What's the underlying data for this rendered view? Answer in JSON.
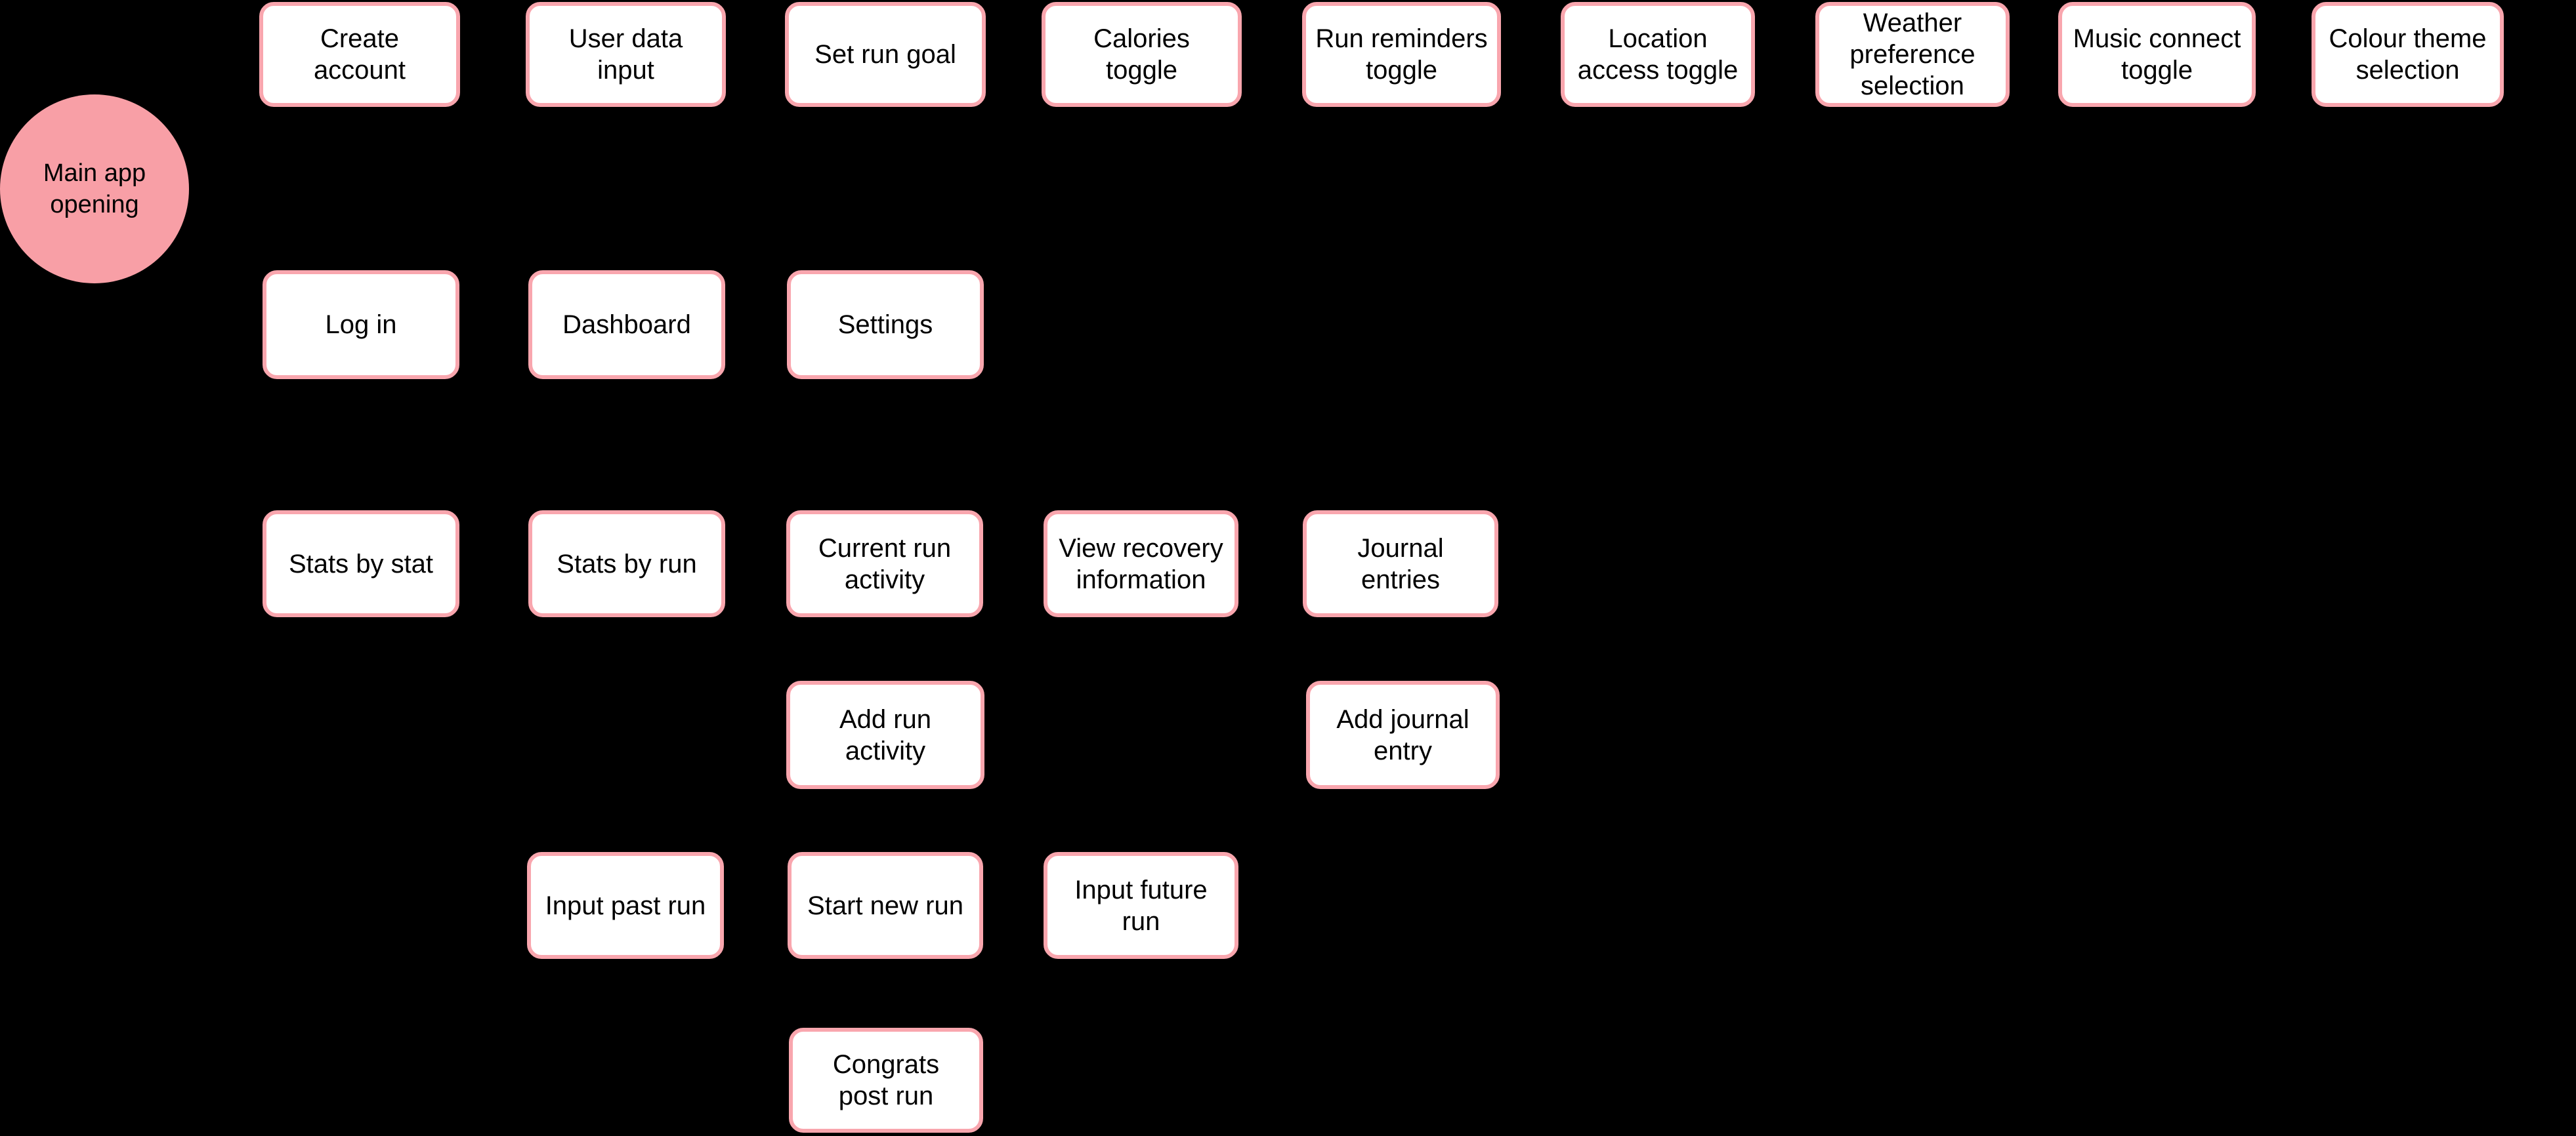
{
  "diagram": {
    "colors": {
      "background": "#000000",
      "node_fill": "#ffffff",
      "node_border": "#f9a6ae",
      "start_fill": "#f89fa6",
      "text": "#000000"
    },
    "start_node": {
      "label": "Main app\nopening"
    },
    "nodes": {
      "create_account": {
        "label": "Create\naccount"
      },
      "user_data_input": {
        "label": "User data\ninput"
      },
      "set_run_goal": {
        "label": "Set run goal"
      },
      "calories_toggle": {
        "label": "Calories\ntoggle"
      },
      "run_reminders_toggle": {
        "label": "Run reminders\ntoggle"
      },
      "location_access_toggle": {
        "label": "Location\naccess toggle"
      },
      "weather_preference_selection": {
        "label": "Weather\npreference\nselection"
      },
      "music_connect_toggle": {
        "label": "Music connect\ntoggle"
      },
      "colour_theme_selection": {
        "label": "Colour theme\nselection"
      },
      "log_in": {
        "label": "Log in"
      },
      "dashboard": {
        "label": "Dashboard"
      },
      "settings": {
        "label": "Settings"
      },
      "stats_by_stat": {
        "label": "Stats by stat"
      },
      "stats_by_run": {
        "label": "Stats by run"
      },
      "current_run_activity": {
        "label": "Current run\nactivity"
      },
      "view_recovery_information": {
        "label": "View recovery\ninformation"
      },
      "journal_entries": {
        "label": "Journal entries"
      },
      "add_run_activity": {
        "label": "Add run\nactivity"
      },
      "add_journal_entry": {
        "label": "Add journal\nentry"
      },
      "input_past_run": {
        "label": "Input past run"
      },
      "start_new_run": {
        "label": "Start new run"
      },
      "input_future_run": {
        "label": "Input future\nrun"
      },
      "congrats_post_run": {
        "label": "Congrats\npost run"
      }
    }
  }
}
